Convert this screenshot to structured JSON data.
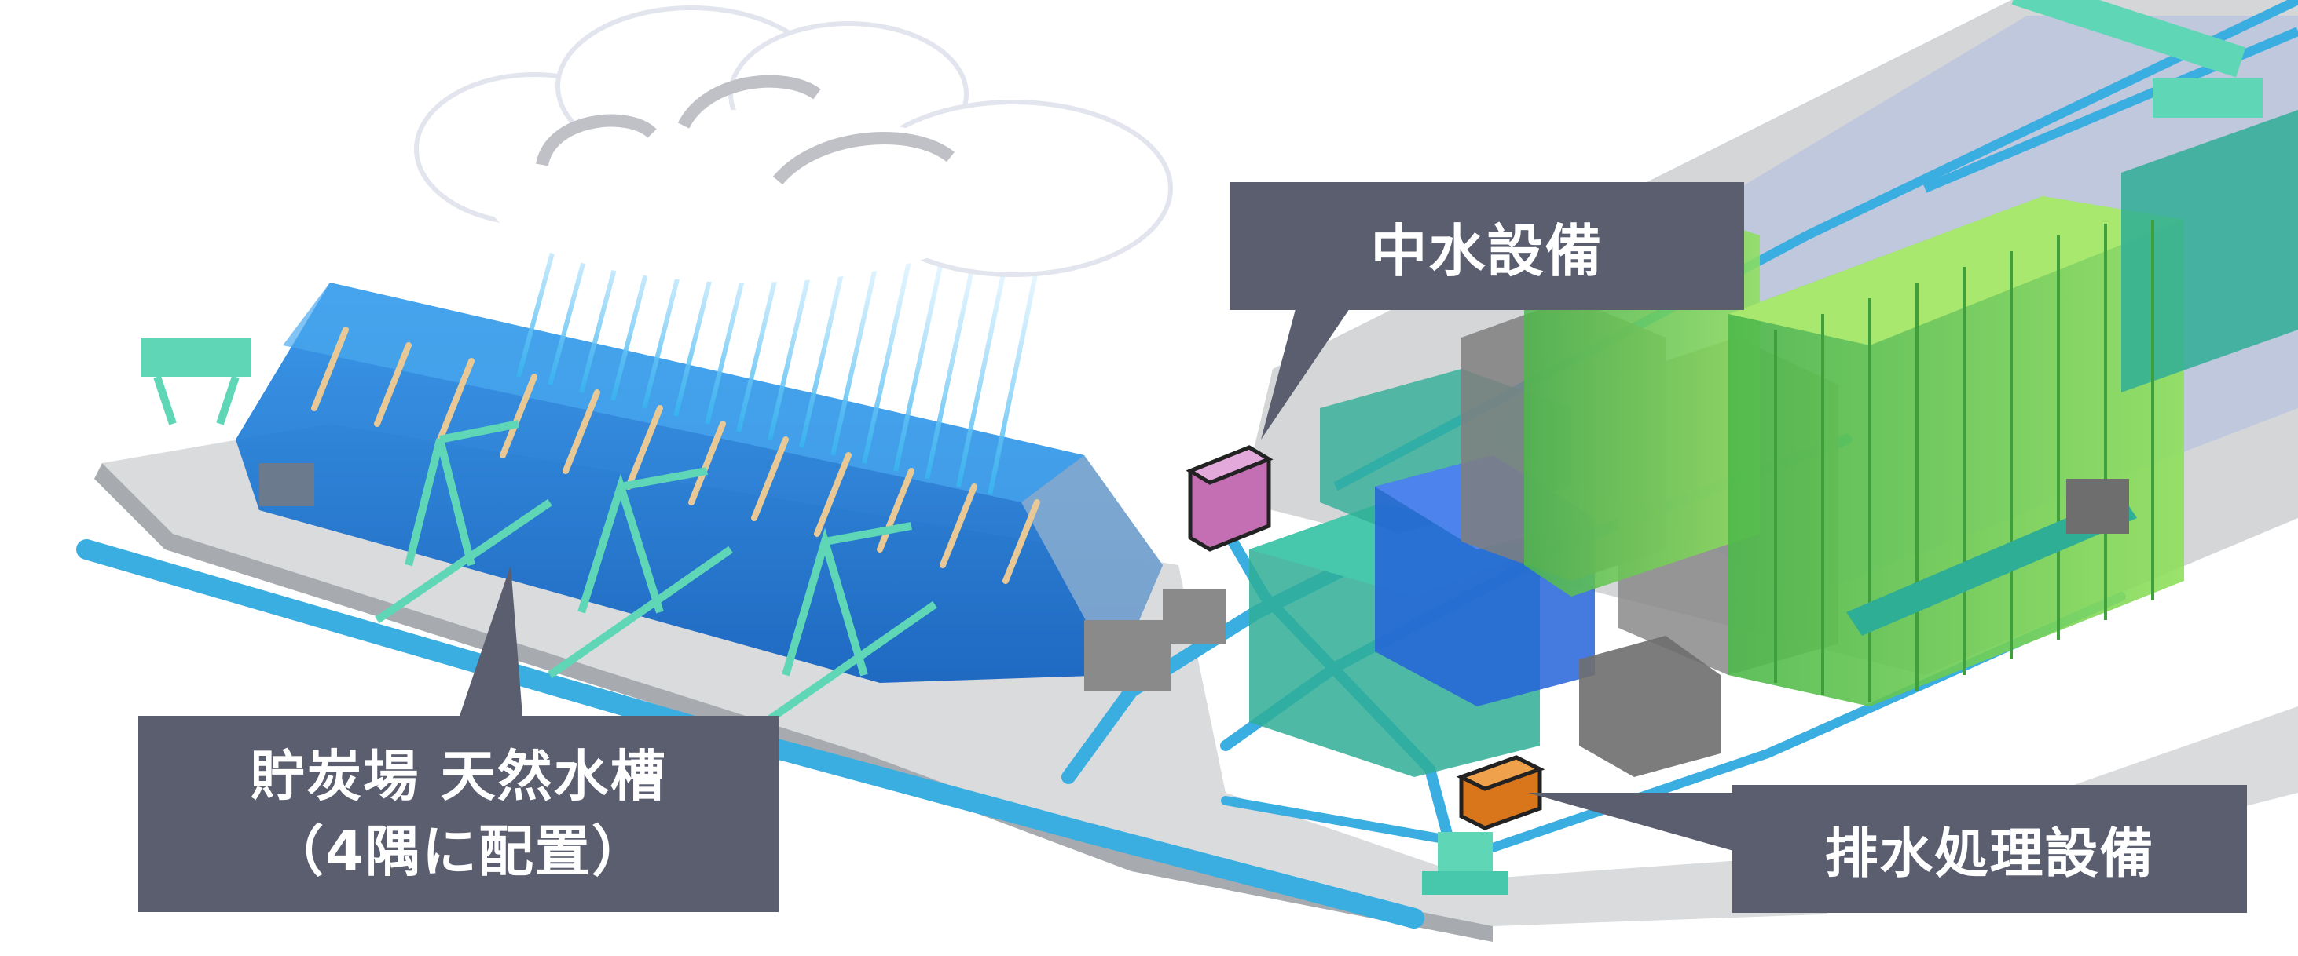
{
  "labels": {
    "nakamizu": "中水設備",
    "haisui": "排水処理設備",
    "chotanjo_line1": "貯炭場 天然水槽",
    "chotanjo_line2": "（4隅に配置）"
  },
  "colors": {
    "callout_bg": "#5a5e6f",
    "water": "#3aaee0",
    "platform": "#d4d6d8",
    "coal_shed": "#1f7fd6",
    "green_building": "#79d44a",
    "teal_building": "#2fae96",
    "blue_box": "#2563d9",
    "gray_building": "#8a8a8a",
    "crane": "#5fd7b7",
    "nakamizu_unit": "#c46fb4",
    "haisui_unit": "#d9761c"
  },
  "icons": [
    "cloud-icon",
    "rain-icon",
    "crane-icon",
    "facility-box-icon"
  ]
}
